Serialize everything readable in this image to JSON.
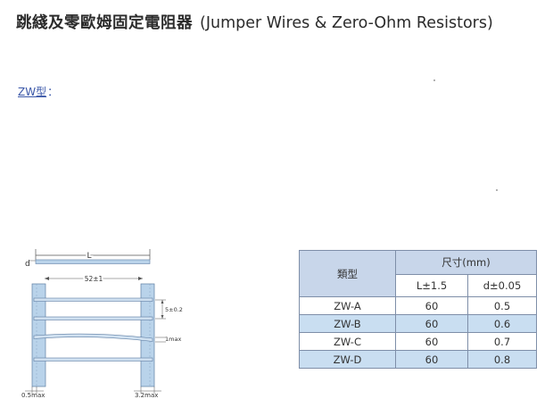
{
  "title": {
    "zh": "跳綫及零歐姆固定電阻器",
    "en": "(Jumper Wires & Zero-Ohm Resistors)"
  },
  "section": {
    "type_label": "ZW型",
    "colon": "："
  },
  "diagram": {
    "length_label": "L",
    "diameter_label": "d",
    "pitch_label": "52±1",
    "spacing_label": "5±0.2",
    "bow_label": "1max",
    "offset_left_label": "0.5max",
    "tape_width_label": "3.2max"
  },
  "table": {
    "header_type": "類型",
    "header_size": "尺寸(mm)",
    "col_L": "L±1.5",
    "col_d": "d±0.05",
    "rows": [
      {
        "type": "ZW-A",
        "L": "60",
        "d": "0.5"
      },
      {
        "type": "ZW-B",
        "L": "60",
        "d": "0.6"
      },
      {
        "type": "ZW-C",
        "L": "60",
        "d": "0.7"
      },
      {
        "type": "ZW-D",
        "L": "60",
        "d": "0.8"
      }
    ]
  },
  "colors": {
    "header_bg": "#c8d6ea",
    "alt_row_bg": "#c9def1",
    "link_blue": "#3a57a8"
  }
}
